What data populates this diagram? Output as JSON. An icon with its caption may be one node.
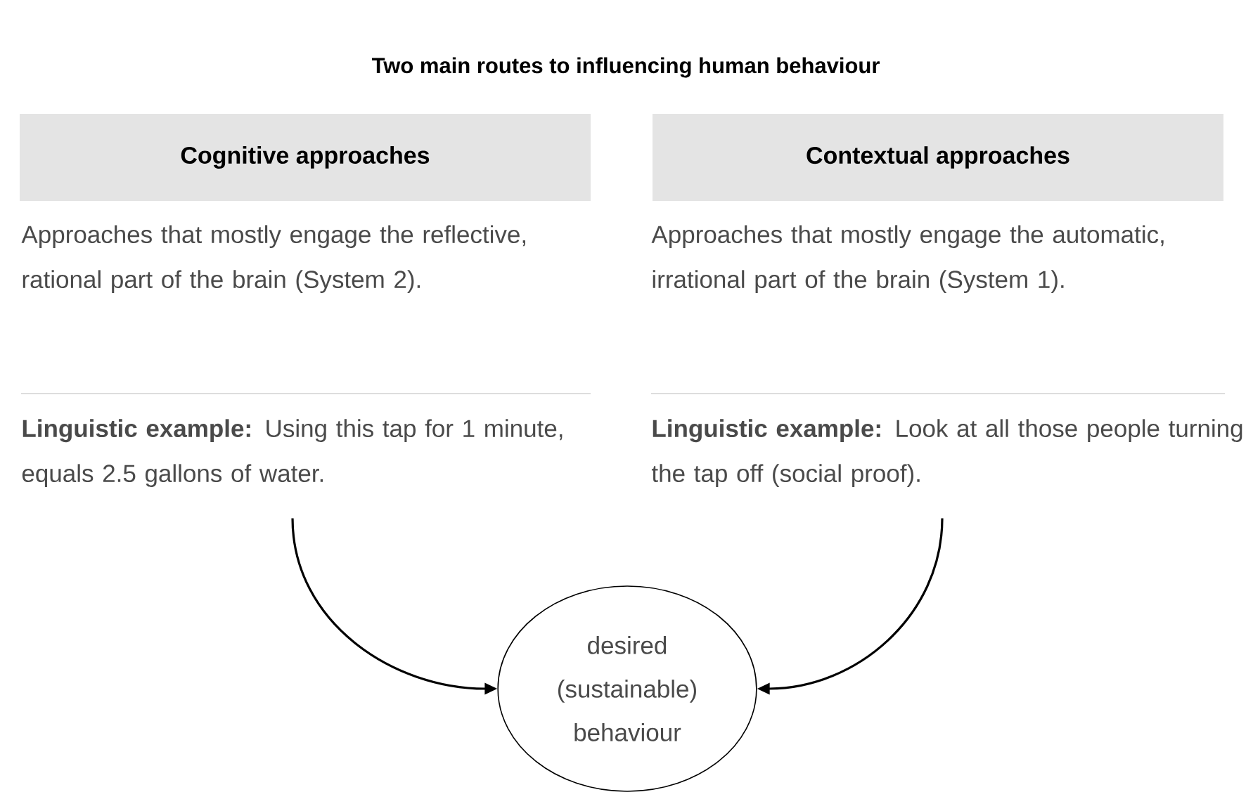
{
  "diagram": {
    "title": "Two main routes to influencing human behaviour",
    "nodes": [
      {
        "text": [
          "Cognitive approaches"
        ]
      },
      {
        "text": [
          "Contextual approaches"
        ]
      },
      {
        "text": [
          "Approaches that mostly engage the reflective, rational part of the brain (System 2)."
        ]
      },
      {
        "text": [
          "Approaches that mostly engage the automatic, irrational part of the brain (System 1)."
        ]
      },
      {
        "text": [
          "**Linguistic example:** Using this tap for 1 minute, equals 2.5 gallons of water."
        ]
      },
      {
        "text": [
          "**Linguistic example:** Look at all those people turning the tap off (social proof)."
        ]
      },
      {
        "text": [
          "desired (sustainable) behaviour"
        ]
      }
    ],
    "edges": [
      {
        "from": 4,
        "to": 6,
        "arrow": "to"
      },
      {
        "from": 5,
        "to": 6,
        "arrow": "to"
      }
    ]
  }
}
